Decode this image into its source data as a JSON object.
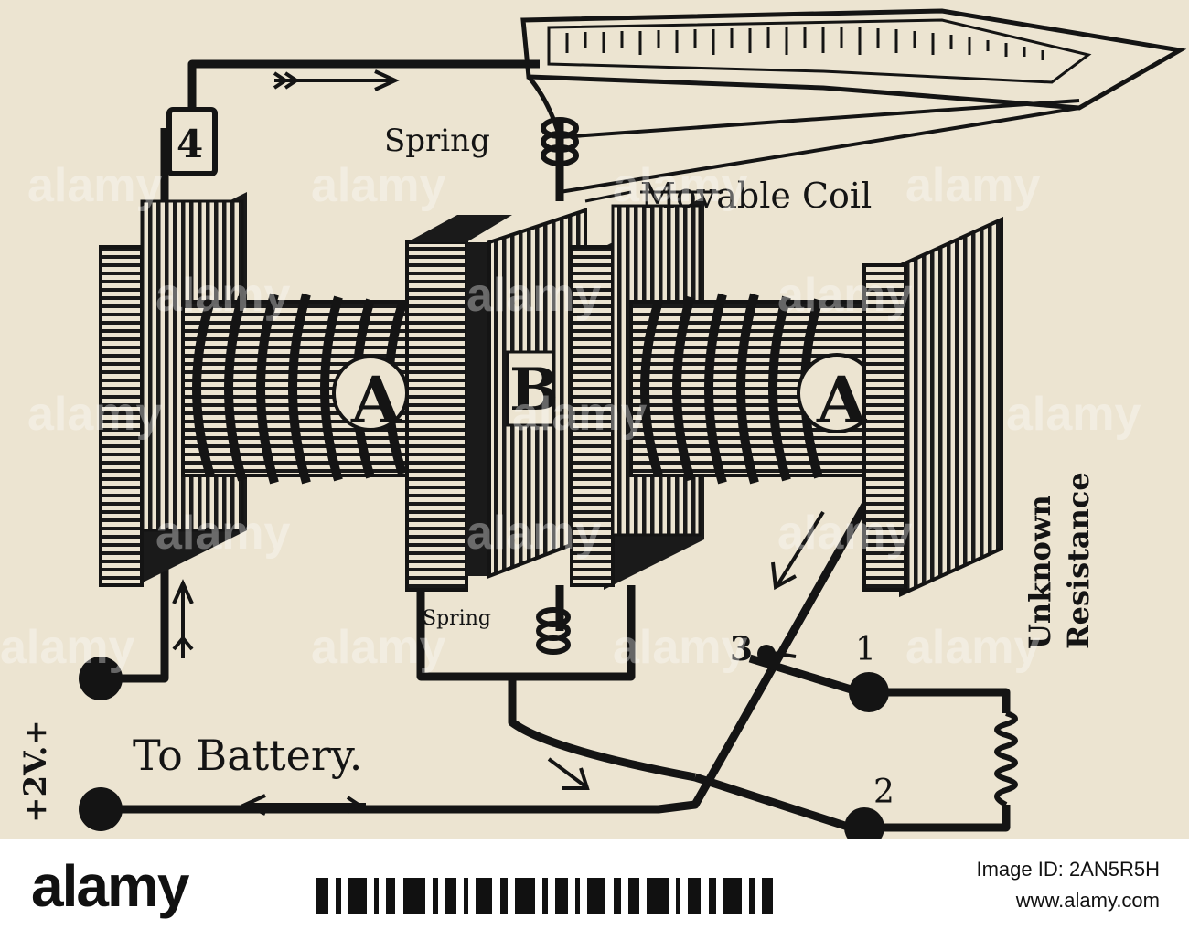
{
  "diagram": {
    "labels": {
      "spring_top": "Spring",
      "spring_bottom": "Spring",
      "movable_coil": "Movable Coil",
      "coil_left": "A",
      "coil_center": "B",
      "coil_right": "A",
      "terminal_4": "4",
      "terminal_3": "3",
      "terminal_1": "1",
      "terminal_2": "2",
      "to_battery": "To Battery.",
      "voltage": "+2V.+",
      "unknown": "Unknown",
      "resistance": "Resistance"
    },
    "watermark": "alamy"
  },
  "footer": {
    "logo": "alamy",
    "image_id_label": "Image ID: ",
    "image_id": "2AN5R5H",
    "url": "www.alamy.com"
  }
}
